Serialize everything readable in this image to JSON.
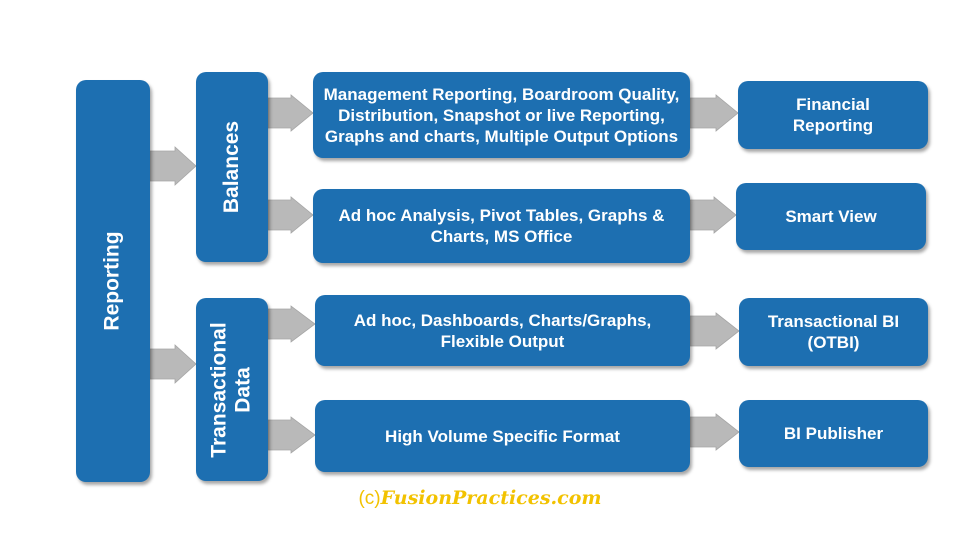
{
  "root": {
    "label": "Reporting"
  },
  "branches": [
    {
      "label_lines": [
        "Balances"
      ],
      "items": [
        {
          "description": "Management Reporting, Boardroom Quality, Distribution, Snapshot or live Reporting, Graphs and charts, Multiple Output Options",
          "tool_lines": [
            "Financial",
            "Reporting"
          ]
        },
        {
          "description": "Ad hoc Analysis, Pivot Tables, Graphs & Charts, MS Office",
          "tool_lines": [
            "Smart View"
          ]
        }
      ]
    },
    {
      "label_lines": [
        "Transactional",
        "Data"
      ],
      "items": [
        {
          "description": "Ad hoc, Dashboards, Charts/Graphs, Flexible Output",
          "tool_lines": [
            "Transactional BI",
            "(OTBI)"
          ]
        },
        {
          "description": "High Volume Specific Format",
          "tool_lines": [
            "BI Publisher"
          ]
        }
      ]
    }
  ],
  "credit": {
    "prefix": "(c)",
    "brand": "FusionPractices.com"
  },
  "colors": {
    "box": "#1d6fb1",
    "arrow": "#b9b9b9",
    "credit": "#f2c200"
  }
}
